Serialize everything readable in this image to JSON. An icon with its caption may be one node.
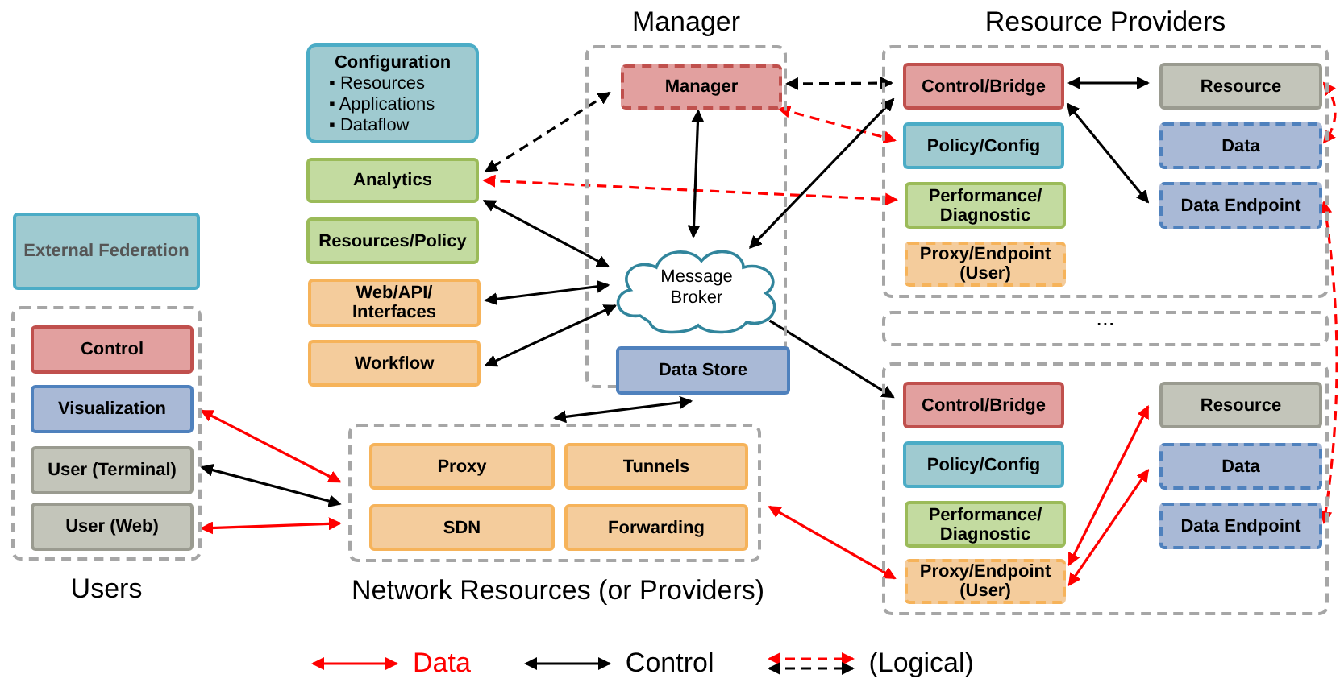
{
  "diagram": {
    "nodes": [
      {
        "text": [
          "Configuration",
          "▪ Resources",
          "▪ Applications",
          "▪ Dataflow"
        ]
      },
      {
        "text": [
          "Analytics"
        ]
      },
      {
        "text": [
          "Resources/Policy"
        ]
      },
      {
        "text": [
          "Web/API/ Interfaces"
        ]
      },
      {
        "text": [
          "Workflow"
        ]
      },
      {
        "text": [
          "External Federation"
        ]
      },
      {
        "text": [
          "Users"
        ]
      },
      {
        "text": [
          "Control"
        ],
        "in": 6
      },
      {
        "text": [
          "Visualization"
        ],
        "in": 6
      },
      {
        "text": [
          "User (Terminal)"
        ],
        "in": 6
      },
      {
        "text": [
          "User (Web)"
        ],
        "in": 6
      },
      {
        "text": [
          "Manager"
        ]
      },
      {
        "text": [
          "Manager"
        ],
        "in": 11
      },
      {
        "text": [
          "Message Broker"
        ],
        "in": 11
      },
      {
        "text": [
          "Data Store"
        ],
        "in": 11
      },
      {
        "text": [
          "Network Resources (or Providers)"
        ]
      },
      {
        "text": [
          "Proxy"
        ],
        "in": 15
      },
      {
        "text": [
          "Tunnels"
        ],
        "in": 15
      },
      {
        "text": [
          "SDN"
        ],
        "in": 15
      },
      {
        "text": [
          "Forwarding"
        ],
        "in": 15
      },
      {
        "text": [
          "Resource Providers"
        ]
      },
      {
        "text": [
          "Control/Bridge"
        ],
        "in": 20
      },
      {
        "text": [
          "Policy/Config"
        ],
        "in": 20
      },
      {
        "text": [
          "Performance/ Diagnostic"
        ],
        "in": 20
      },
      {
        "text": [
          "Proxy/Endpoint (User)"
        ],
        "in": 20
      },
      {
        "text": [
          "Resource"
        ],
        "in": 20
      },
      {
        "text": [
          "Data"
        ],
        "in": 20
      },
      {
        "text": [
          "Data Endpoint"
        ],
        "in": 20
      },
      {
        "text": [
          "..."
        ]
      },
      {
        "text": [],
        "shape": "box"
      },
      {
        "text": [
          "Control/Bridge"
        ],
        "in": 29
      },
      {
        "text": [
          "Policy/Config"
        ],
        "in": 29
      },
      {
        "text": [
          "Performance/ Diagnostic"
        ],
        "in": 29
      },
      {
        "text": [
          "Proxy/Endpoint (User)"
        ],
        "in": 29
      },
      {
        "text": [
          "Resource"
        ],
        "in": 29
      },
      {
        "text": [
          "Data"
        ],
        "in": 29
      },
      {
        "text": [
          "Data Endpoint"
        ],
        "in": 29
      }
    ],
    "edges": [
      {
        "from": 12,
        "to": 1,
        "arrow": "both",
        "style": "dashed"
      },
      {
        "from": 1,
        "to": 23,
        "arrow": "both",
        "style": "dashed",
        "color": "#ff0000"
      },
      {
        "from": 1,
        "to": 13,
        "arrow": "both"
      },
      {
        "from": 3,
        "to": 13,
        "arrow": "both"
      },
      {
        "from": 4,
        "to": 13,
        "arrow": "both"
      },
      {
        "from": 12,
        "to": 13,
        "arrow": "both"
      },
      {
        "from": 12,
        "to": 21,
        "arrow": "both",
        "style": "dashed"
      },
      {
        "from": 12,
        "to": 22,
        "arrow": "both",
        "style": "dashed",
        "color": "#ff0000"
      },
      {
        "from": 13,
        "to": 21,
        "arrow": "both"
      },
      {
        "from": 21,
        "to": 25,
        "arrow": "both"
      },
      {
        "from": 21,
        "to": 27,
        "arrow": "both"
      },
      {
        "from": 25,
        "to": 26,
        "arrow": "both",
        "style": "dashed",
        "color": "#ff0000"
      },
      {
        "from": 27,
        "to": 36,
        "arrow": "both",
        "style": "dashed",
        "color": "#ff0000"
      },
      {
        "from": 13,
        "to": 30,
        "arrow": "to"
      },
      {
        "from": 14,
        "to": 15,
        "arrow": "both"
      },
      {
        "from": 8,
        "to": 15,
        "arrow": "both",
        "color": "#ff0000"
      },
      {
        "from": 9,
        "to": 15,
        "arrow": "both"
      },
      {
        "from": 10,
        "to": 15,
        "arrow": "both",
        "color": "#ff0000"
      },
      {
        "from": 15,
        "to": 33,
        "arrow": "both",
        "color": "#ff0000"
      },
      {
        "from": 33,
        "to": 34,
        "arrow": "both",
        "color": "#ff0000"
      },
      {
        "from": 33,
        "to": 35,
        "arrow": "both",
        "color": "#ff0000"
      }
    ],
    "legend": [
      {
        "text": "Data"
      },
      {
        "text": "Control"
      },
      {
        "text": "(Logical)"
      }
    ]
  }
}
